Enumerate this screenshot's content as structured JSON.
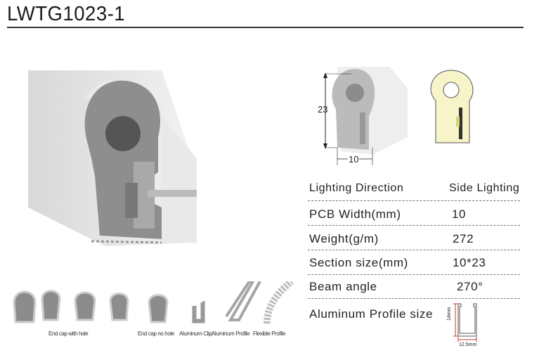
{
  "title": "LWTG1023-1",
  "dimensions": {
    "height_label": "23",
    "width_label": "10"
  },
  "specs": [
    {
      "label": "Lighting  Direction",
      "value": "Side Lighting"
    },
    {
      "label": "PCB  Width(mm)",
      "value": "10"
    },
    {
      "label": "Weight(g/m)",
      "value": "272"
    },
    {
      "label": "Section size(mm)",
      "value": "10*23"
    },
    {
      "label": "Beam angle",
      "value": "270°"
    },
    {
      "label": "Aluminum Profile size",
      "value": ""
    }
  ],
  "profile_dims": {
    "height": "14mm",
    "width": "12.5mm"
  },
  "accessories": [
    {
      "label": "End cap with hole"
    },
    {
      "label": "End cap no hole"
    },
    {
      "label": "Aluminum Clip"
    },
    {
      "label": "Aluminum Profile"
    },
    {
      "label": "Flexible Profile"
    }
  ],
  "colors": {
    "silicone": "#8a8a8a",
    "lit": "#f6f4c8",
    "dim_red": "#c0392b"
  }
}
